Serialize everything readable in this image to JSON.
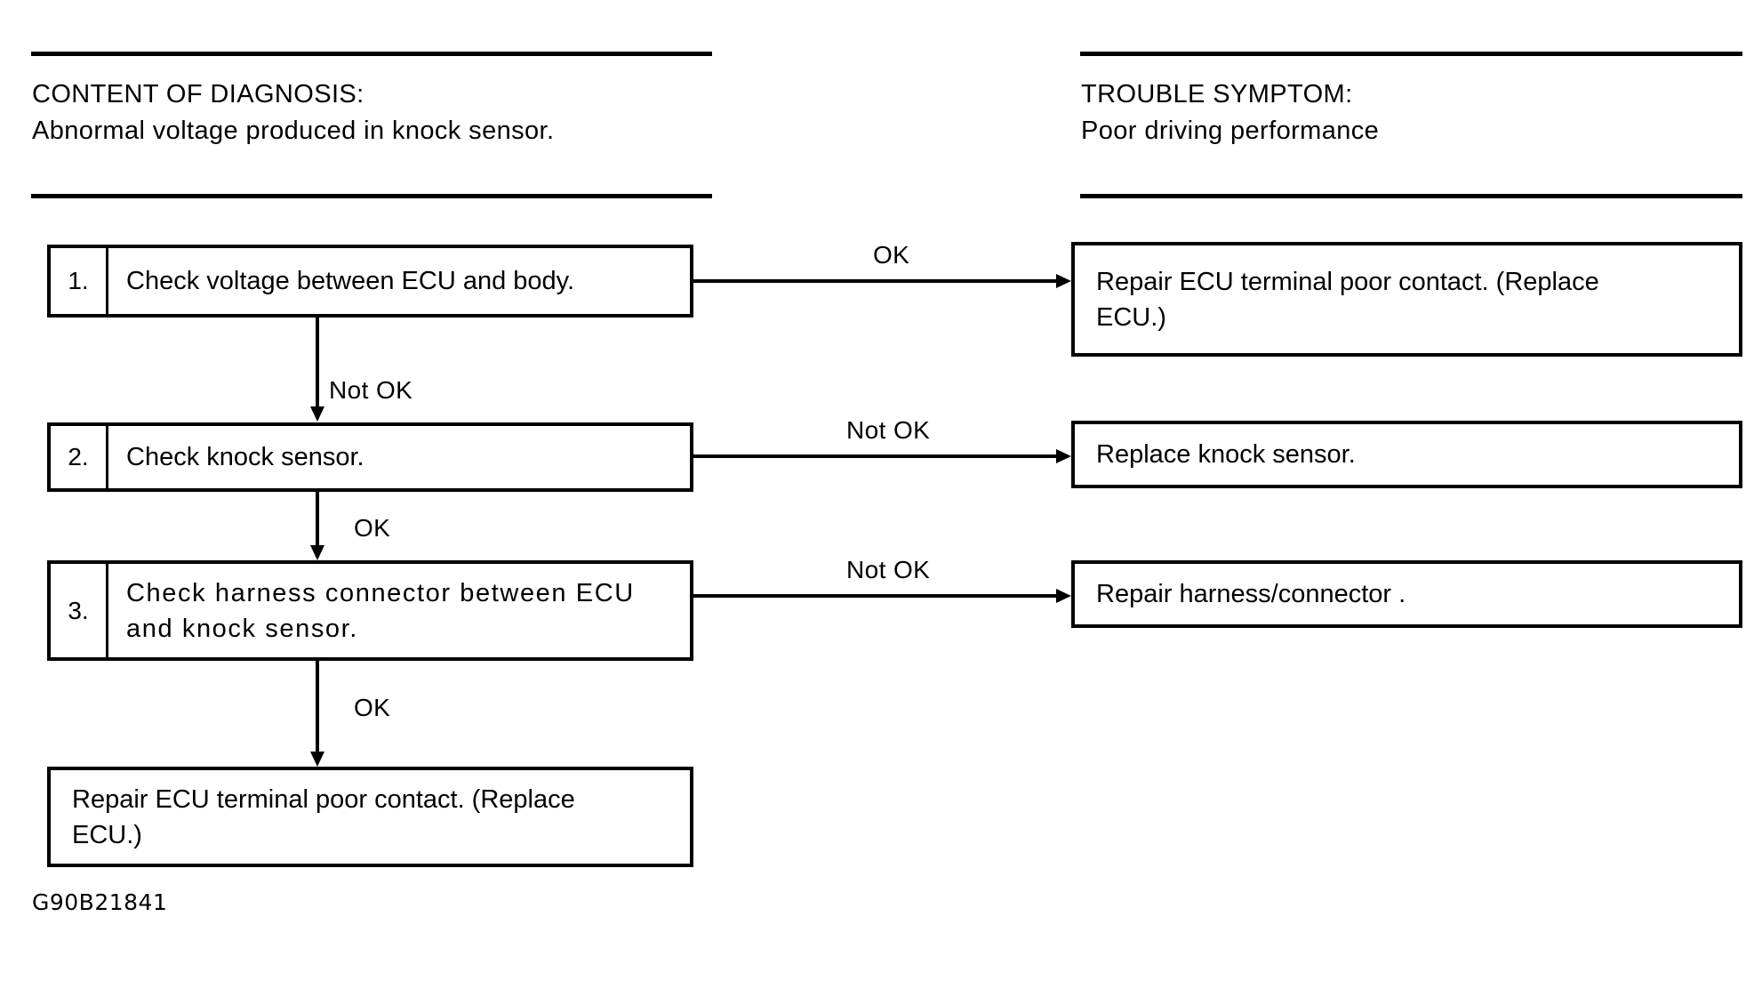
{
  "figure": {
    "code": "G90B21841",
    "type": "troubleshooting-flowchart"
  },
  "headers": {
    "left": {
      "title": "CONTENT OF DIAGNOSIS:",
      "detail": "Abnormal voltage produced in knock sensor."
    },
    "right": {
      "title": "TROUBLE SYMPTOM:",
      "detail": "Poor driving performance"
    }
  },
  "steps": [
    {
      "number": "1.",
      "text": "Check voltage between ECU and body."
    },
    {
      "number": "2.",
      "text": "Check knock sensor."
    },
    {
      "number": "3.",
      "line1": " Check harness connector between ECU",
      "line2": "and knock sensor."
    }
  ],
  "results": [
    {
      "line1": "Repair ECU terminal poor contact. (Replace",
      "line2": "ECU.)"
    },
    {
      "line1": "Replace knock sensor."
    },
    {
      "line1": "Repair harness/connector ."
    }
  ],
  "final": {
    "line1": "Repair  ECU  terminal  poor  contact.  (Replace",
    "line2": "ECU.)"
  },
  "edge_labels": {
    "branch1": "OK",
    "branch2": "Not OK",
    "branch3": "Not OK",
    "down1": "Not OK",
    "down2": "OK",
    "down3": "OK"
  },
  "colors": {
    "ink": "#000000",
    "paper": "#ffffff"
  }
}
